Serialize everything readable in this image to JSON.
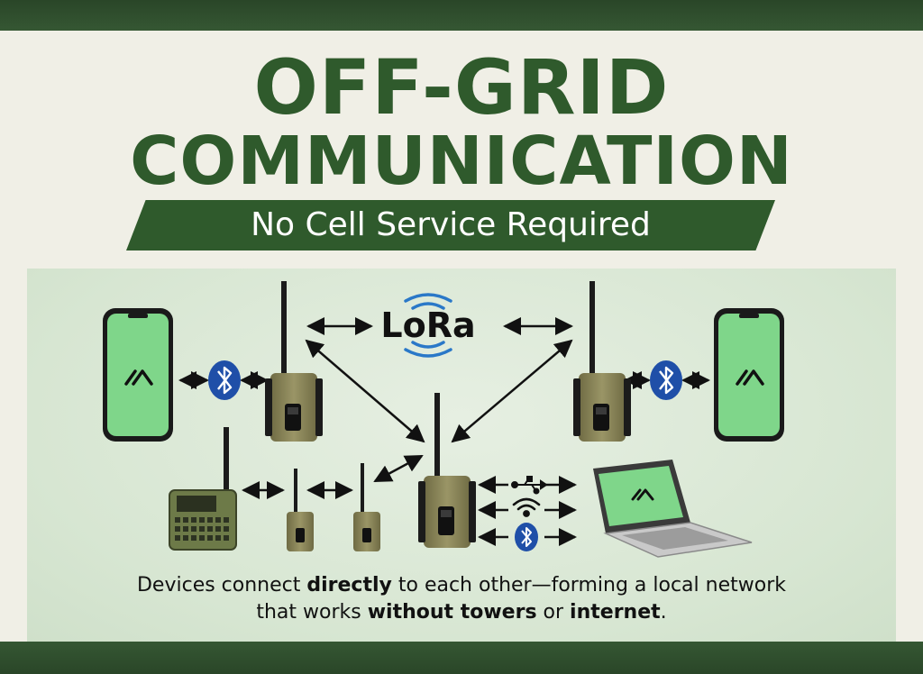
{
  "header": {
    "title_line1": "OFF-GRID",
    "title_line2": "COMMUNICATION",
    "subtitle": "No Cell Service Required"
  },
  "diagram": {
    "center_label": "LoRa",
    "icons": [
      "lora-wave-icon",
      "bluetooth-icon",
      "usb-icon",
      "wifi-icon",
      "app-logo-icon"
    ],
    "devices": [
      "phone",
      "radio",
      "keypad-radio",
      "laptop"
    ]
  },
  "caption": {
    "line1_a": "Devices connect ",
    "line1_b": "directly",
    "line1_c": " to each other—forming a local network",
    "line2_a": "that works ",
    "line2_b": "without towers",
    "line2_c": " or ",
    "line2_d": "internet",
    "line2_e": "."
  },
  "colors": {
    "brand_green": "#2f5a2c",
    "band_green": "#2c4a2a",
    "screen_green": "#7fd68a",
    "bluetooth_blue": "#1f4fa8",
    "lora_blue": "#2a78c8",
    "radio_khaki": "#8a8557"
  }
}
